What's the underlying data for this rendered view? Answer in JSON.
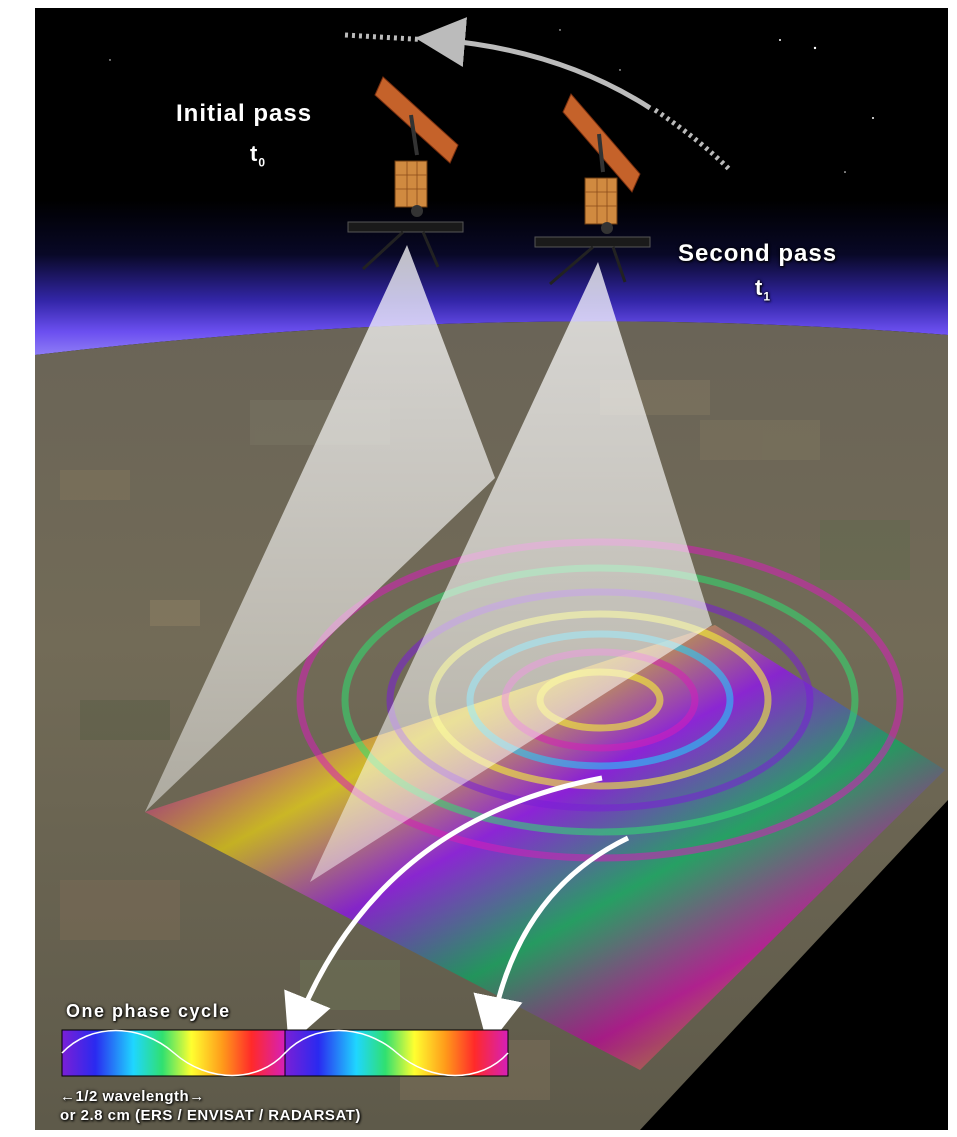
{
  "satellites": {
    "initial": {
      "label": "Initial pass",
      "time_symbol": "t",
      "time_subscript": "0"
    },
    "second": {
      "label": "Second pass",
      "time_symbol": "t",
      "time_subscript": "1"
    }
  },
  "legend": {
    "title": "One phase cycle",
    "wavelength_label": "1/2 wavelength",
    "wavelength_arrow_left": "←",
    "wavelength_arrow_right": "→",
    "band_label": "or 2.8 cm (ERS / ENVISAT / RADARSAT)",
    "colors": [
      "#6a1fd6",
      "#1f3df0",
      "#1fd6ff",
      "#2fe060",
      "#ffff30",
      "#ff9a1a",
      "#ff2a2a",
      "#d61fb8"
    ]
  },
  "colors": {
    "space": "#000000",
    "atmosphere": "#4a3fd8",
    "ground": "#6f6757",
    "beam": "#ffffff",
    "solar_panel": "#c5622a",
    "arrow": "#ffffff"
  }
}
